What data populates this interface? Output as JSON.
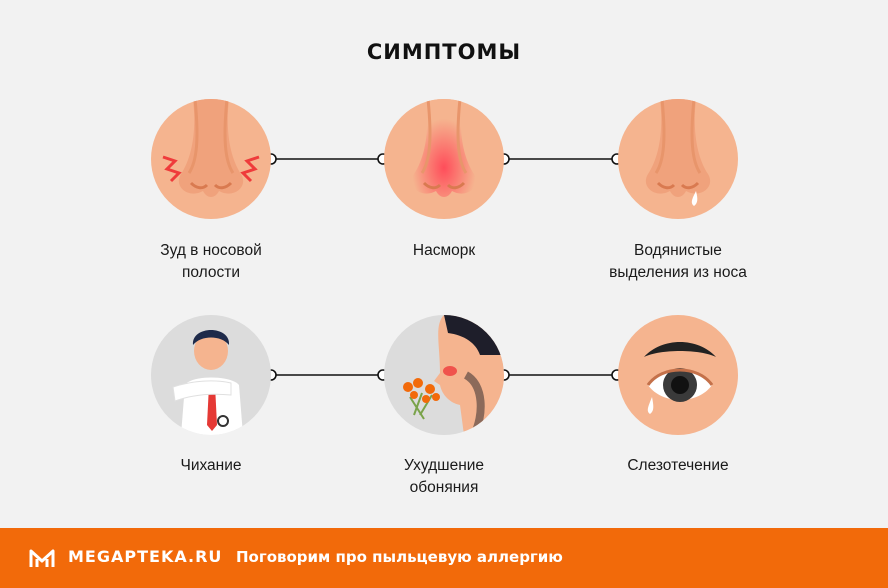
{
  "title": "СИМПТОМЫ",
  "symptoms": [
    {
      "label_line1": "Зуд в носовой",
      "label_line2": "полости",
      "icon": "nose-itch-icon"
    },
    {
      "label_line1": "Насморк",
      "label_line2": "",
      "icon": "runny-nose-icon"
    },
    {
      "label_line1": "Водянистые",
      "label_line2": "выделения из носа",
      "icon": "nose-drip-icon"
    },
    {
      "label_line1": "Чихание",
      "label_line2": "",
      "icon": "sneezing-man-icon"
    },
    {
      "label_line1": "Ухудшение",
      "label_line2": "обоняния",
      "icon": "smelling-flowers-icon"
    },
    {
      "label_line1": "Слезотечение",
      "label_line2": "",
      "icon": "teary-eye-icon"
    }
  ],
  "footer": {
    "brand": "MEGAPTEKA.RU",
    "tagline": "Поговорим про пыльцевую аллергию",
    "background": "#f26a0a"
  },
  "colors": {
    "skin_circle": "#f5b48f",
    "skin_dark": "#e8956b",
    "gray_circle": "#dcdcdc",
    "accent_red": "#ef3b3b"
  }
}
